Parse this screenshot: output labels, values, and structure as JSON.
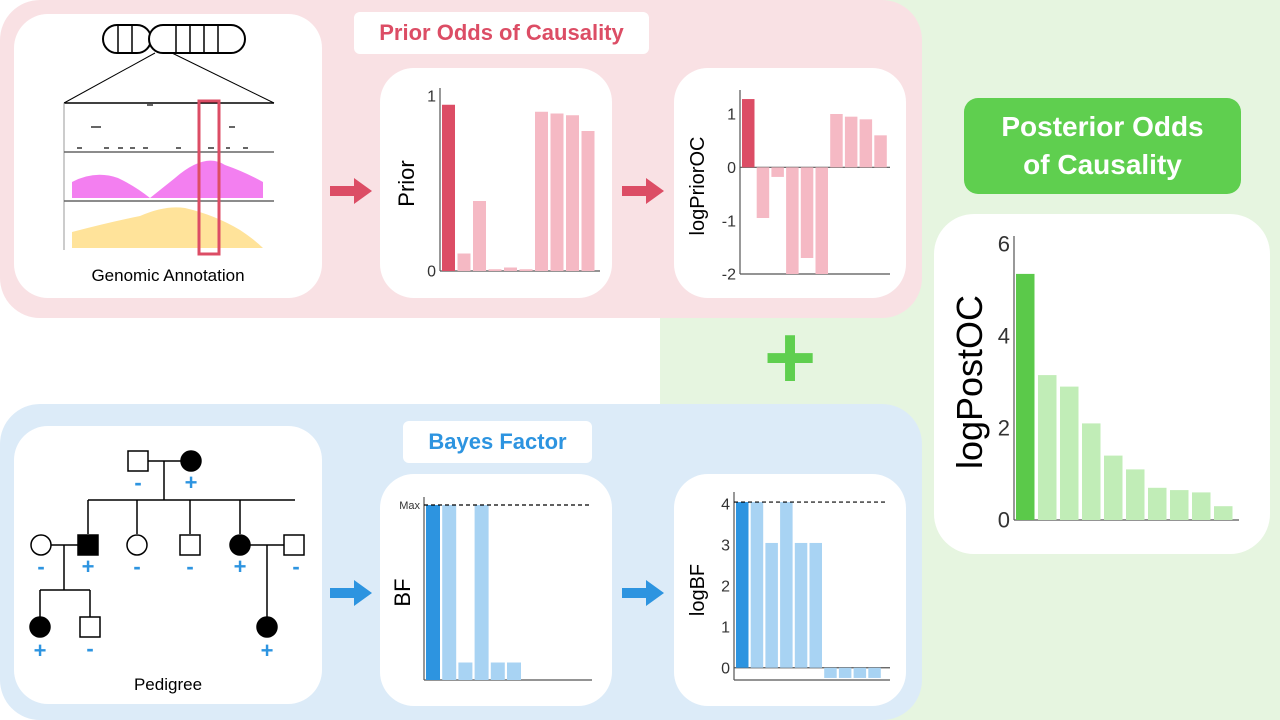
{
  "colors": {
    "prior_strong": "#dc4d65",
    "prior_light": "#f5b9c4",
    "bf_strong": "#2d94e0",
    "bf_light": "#a8d3f3",
    "post_strong": "#5bc94a",
    "post_light": "#c1edb7",
    "prior_title_text": "#dc4d65",
    "bf_title_text": "#2d94e0",
    "arrow_pink": "#dc4d65",
    "arrow_blue": "#2d94e0",
    "plus_green": "#5fcf4f"
  },
  "prior_section": {
    "title": "Prior Odds of Causality",
    "annotation_caption": "Genomic Annotation"
  },
  "bf_section": {
    "title": "Bayes Factor",
    "pedigree_caption": "Pedigree",
    "pedigree_signs": {
      "grandfather": "-",
      "grandmother": "+",
      "mother": "-",
      "father": "+",
      "sib1": "-",
      "sib2": "-",
      "aunt": "+",
      "aunt_spouse": "-",
      "child1": "+",
      "child2": "-",
      "cousin": "+"
    }
  },
  "posterior_section": {
    "title_line1": "Posterior Odds",
    "title_line2": "of Causality"
  },
  "plus_symbol": "+",
  "chart_data": [
    {
      "type": "bar",
      "ylabel": "Prior",
      "yticks": [
        "0",
        "1"
      ],
      "ylim": [
        0,
        1
      ],
      "values": [
        0.95,
        0.1,
        0.4,
        0.01,
        0.02,
        0.01,
        0.91,
        0.9,
        0.89,
        0.8
      ],
      "highlight_index": 0
    },
    {
      "type": "bar",
      "ylabel": "logPriorOC",
      "yticks": [
        "-2",
        "-1",
        "0",
        "1"
      ],
      "ylim": [
        -2,
        1.3
      ],
      "values": [
        1.28,
        -0.95,
        -0.18,
        -2.0,
        -1.7,
        -2.0,
        1.0,
        0.95,
        0.9,
        0.6
      ],
      "highlight_index": 0
    },
    {
      "type": "bar",
      "ylabel": "BF",
      "yticks": [
        "Max"
      ],
      "ylim": [
        0,
        1
      ],
      "dashed_line_at": 1,
      "values": [
        1.0,
        1.0,
        0.1,
        1.0,
        0.1,
        0.1
      ],
      "highlight_index": 0
    },
    {
      "type": "bar",
      "ylabel": "logBF",
      "yticks": [
        "0",
        "1",
        "2",
        "3",
        "4"
      ],
      "ylim": [
        -0.3,
        4.1
      ],
      "dashed_line_at": 4.05,
      "values": [
        4.05,
        4.05,
        3.05,
        4.05,
        3.05,
        3.05,
        -0.25,
        -0.25,
        -0.25,
        -0.25
      ],
      "highlight_index": 0
    },
    {
      "type": "bar",
      "ylabel": "logPostOC",
      "yticks": [
        "0",
        "2",
        "4",
        "6"
      ],
      "ylim": [
        0,
        6
      ],
      "values": [
        5.35,
        3.15,
        2.9,
        2.1,
        1.4,
        1.1,
        0.7,
        0.65,
        0.6,
        0.3
      ],
      "highlight_index": 0
    }
  ]
}
